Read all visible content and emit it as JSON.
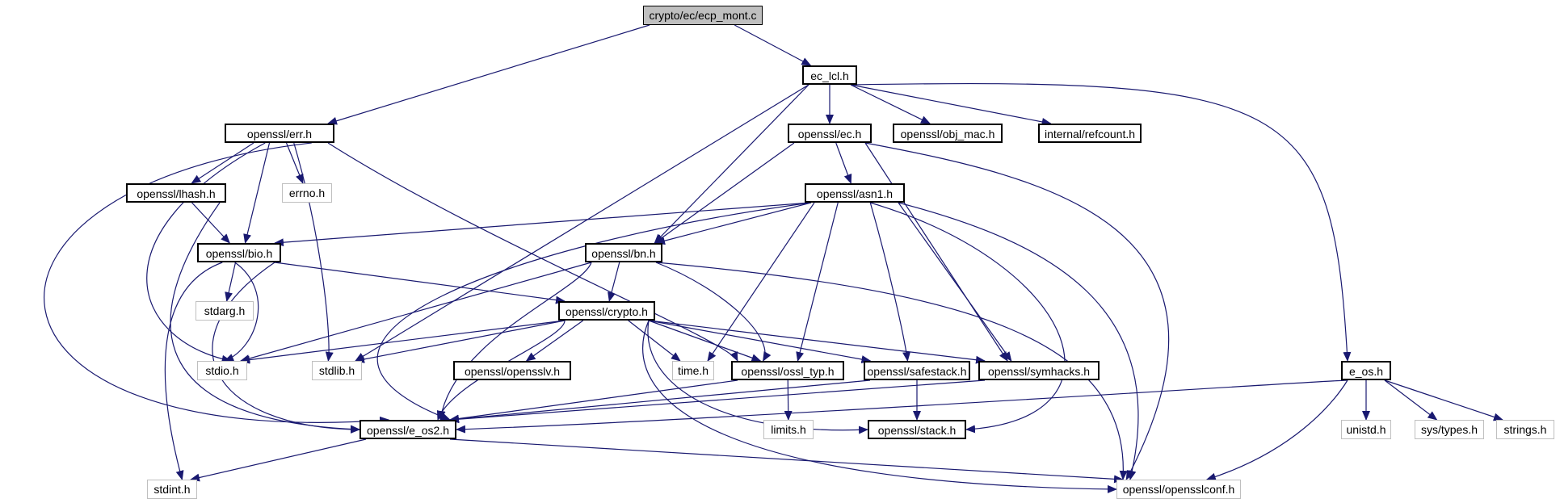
{
  "diagram": {
    "colors": {
      "edge": "#191970",
      "file_border": "#000000",
      "system_border": "#bfbfbf",
      "root_fill": "#bfbfbf"
    },
    "nodes": [
      {
        "id": "root",
        "label": "crypto/ec/ecp_mont.c",
        "kind": "root"
      },
      {
        "id": "ec_lcl",
        "label": "ec_lcl.h",
        "kind": "file"
      },
      {
        "id": "err",
        "label": "openssl/err.h",
        "kind": "file"
      },
      {
        "id": "ec",
        "label": "openssl/ec.h",
        "kind": "file"
      },
      {
        "id": "obj_mac",
        "label": "openssl/obj_mac.h",
        "kind": "file"
      },
      {
        "id": "refcount",
        "label": "internal/refcount.h",
        "kind": "file"
      },
      {
        "id": "lhash",
        "label": "openssl/lhash.h",
        "kind": "file"
      },
      {
        "id": "errno",
        "label": "errno.h",
        "kind": "system"
      },
      {
        "id": "asn1",
        "label": "openssl/asn1.h",
        "kind": "file"
      },
      {
        "id": "bio",
        "label": "openssl/bio.h",
        "kind": "file"
      },
      {
        "id": "bn",
        "label": "openssl/bn.h",
        "kind": "file"
      },
      {
        "id": "stdarg",
        "label": "stdarg.h",
        "kind": "system"
      },
      {
        "id": "crypto",
        "label": "openssl/crypto.h",
        "kind": "file"
      },
      {
        "id": "stdio",
        "label": "stdio.h",
        "kind": "system"
      },
      {
        "id": "stdlib",
        "label": "stdlib.h",
        "kind": "system"
      },
      {
        "id": "opensslv",
        "label": "openssl/opensslv.h",
        "kind": "file"
      },
      {
        "id": "time",
        "label": "time.h",
        "kind": "system"
      },
      {
        "id": "ossl_typ",
        "label": "openssl/ossl_typ.h",
        "kind": "file"
      },
      {
        "id": "safestack",
        "label": "openssl/safestack.h",
        "kind": "file"
      },
      {
        "id": "symhacks",
        "label": "openssl/symhacks.h",
        "kind": "file"
      },
      {
        "id": "e_os",
        "label": "e_os.h",
        "kind": "file"
      },
      {
        "id": "e_os2",
        "label": "openssl/e_os2.h",
        "kind": "file"
      },
      {
        "id": "limits",
        "label": "limits.h",
        "kind": "system"
      },
      {
        "id": "stack",
        "label": "openssl/stack.h",
        "kind": "file"
      },
      {
        "id": "unistd",
        "label": "unistd.h",
        "kind": "system"
      },
      {
        "id": "systypes",
        "label": "sys/types.h",
        "kind": "system"
      },
      {
        "id": "strings",
        "label": "strings.h",
        "kind": "system"
      },
      {
        "id": "stdint",
        "label": "stdint.h",
        "kind": "system"
      },
      {
        "id": "opensslconf",
        "label": "openssl/opensslconf.h",
        "kind": "system"
      }
    ],
    "edges": [
      [
        "root",
        "err"
      ],
      [
        "root",
        "ec_lcl"
      ],
      [
        "ec_lcl",
        "ec"
      ],
      [
        "ec_lcl",
        "obj_mac"
      ],
      [
        "ec_lcl",
        "refcount"
      ],
      [
        "ec_lcl",
        "e_os"
      ],
      [
        "ec_lcl",
        "bn"
      ],
      [
        "ec_lcl",
        "stdlib"
      ],
      [
        "err",
        "lhash"
      ],
      [
        "err",
        "errno"
      ],
      [
        "err",
        "bio"
      ],
      [
        "err",
        "stdio"
      ],
      [
        "err",
        "stdlib"
      ],
      [
        "err",
        "ossl_typ"
      ],
      [
        "err",
        "e_os2"
      ],
      [
        "lhash",
        "bio"
      ],
      [
        "lhash",
        "e_os2"
      ],
      [
        "ec",
        "asn1"
      ],
      [
        "ec",
        "bn"
      ],
      [
        "ec",
        "symhacks"
      ],
      [
        "ec",
        "opensslconf"
      ],
      [
        "asn1",
        "bio"
      ],
      [
        "asn1",
        "bn"
      ],
      [
        "asn1",
        "e_os2"
      ],
      [
        "asn1",
        "time"
      ],
      [
        "asn1",
        "ossl_typ"
      ],
      [
        "asn1",
        "safestack"
      ],
      [
        "asn1",
        "symhacks"
      ],
      [
        "asn1",
        "stack"
      ],
      [
        "asn1",
        "opensslconf"
      ],
      [
        "bio",
        "stdarg"
      ],
      [
        "bio",
        "stdio"
      ],
      [
        "bio",
        "crypto"
      ],
      [
        "bio",
        "e_os2"
      ],
      [
        "bio",
        "stdint"
      ],
      [
        "bn",
        "crypto"
      ],
      [
        "bn",
        "stdio"
      ],
      [
        "bn",
        "ossl_typ"
      ],
      [
        "bn",
        "e_os2"
      ],
      [
        "bn",
        "opensslconf"
      ],
      [
        "crypto",
        "stdio"
      ],
      [
        "crypto",
        "stdlib"
      ],
      [
        "crypto",
        "opensslv"
      ],
      [
        "crypto",
        "time"
      ],
      [
        "crypto",
        "ossl_typ"
      ],
      [
        "crypto",
        "safestack"
      ],
      [
        "crypto",
        "symhacks"
      ],
      [
        "crypto",
        "e_os2"
      ],
      [
        "crypto",
        "stack"
      ],
      [
        "crypto",
        "opensslconf"
      ],
      [
        "ossl_typ",
        "e_os2"
      ],
      [
        "ossl_typ",
        "limits"
      ],
      [
        "safestack",
        "stack"
      ],
      [
        "safestack",
        "e_os2"
      ],
      [
        "symhacks",
        "e_os2"
      ],
      [
        "e_os",
        "e_os2"
      ],
      [
        "e_os",
        "unistd"
      ],
      [
        "e_os",
        "systypes"
      ],
      [
        "e_os",
        "strings"
      ],
      [
        "e_os",
        "opensslconf"
      ],
      [
        "e_os2",
        "stdint"
      ],
      [
        "e_os2",
        "opensslconf"
      ]
    ]
  }
}
